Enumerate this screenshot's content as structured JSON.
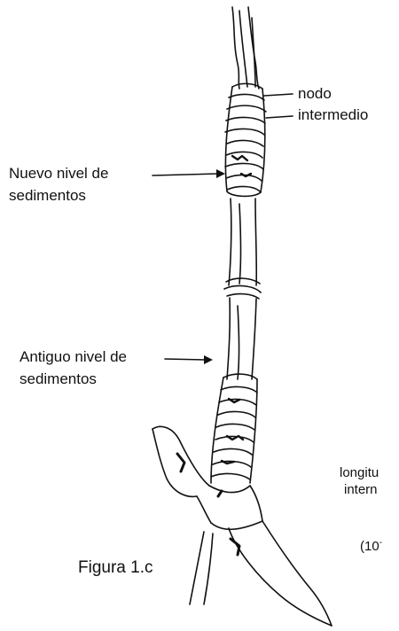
{
  "labels": {
    "nodo": "nodo",
    "intermedio": "intermedio",
    "nuevo_line1": "Nuevo nivel de",
    "nuevo_line2": "sedimentos",
    "antiguo_line1": "Antiguo nivel de",
    "antiguo_line2": "sedimentos",
    "longitud": "longitu",
    "interno": "intern",
    "scale_unit": "(10",
    "scale_exp": "-",
    "figure_caption": "Figura 1.c"
  },
  "colors": {
    "ink": "#111111",
    "background": "#ffffff"
  }
}
